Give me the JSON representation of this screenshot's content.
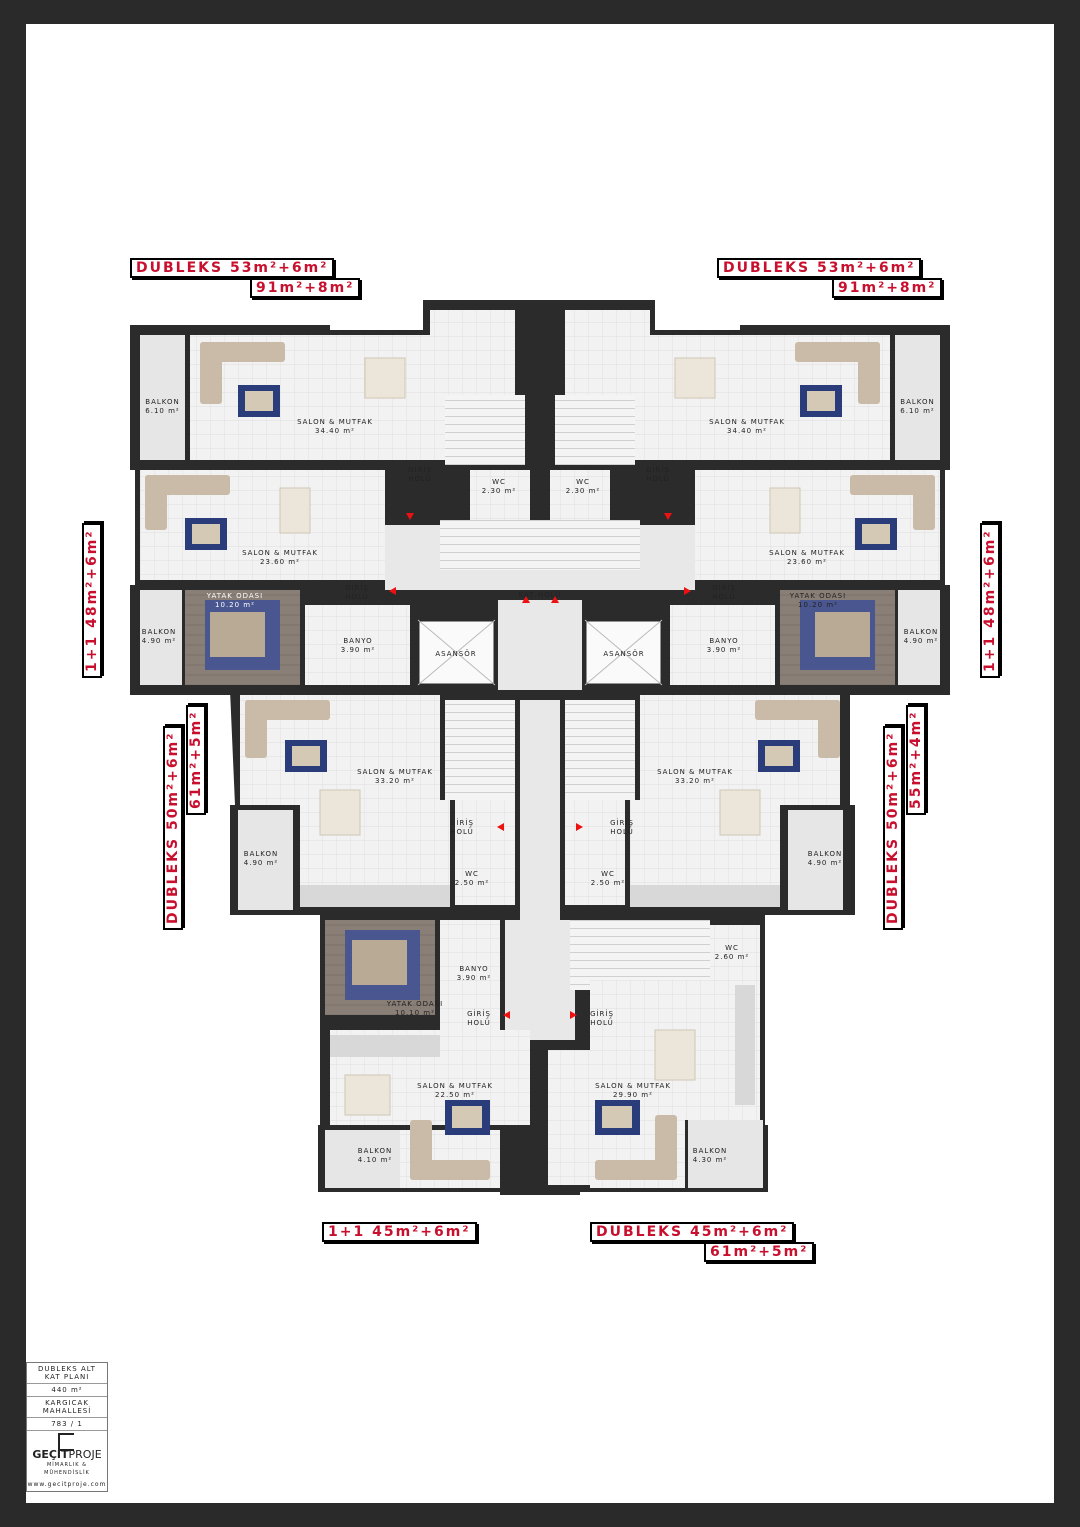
{
  "unit_labels": {
    "top_left": {
      "type": "DUBLEKS",
      "area1": "53m²+6m²",
      "area2": "91m²+8m²"
    },
    "top_right": {
      "type": "DUBLEKS",
      "area1": "53m²+6m²",
      "area2": "91m²+8m²"
    },
    "left_side": {
      "type": "1+1",
      "area1": "48m²+6m²"
    },
    "right_side": {
      "type": "1+1",
      "area1": "48m²+6m²"
    },
    "mid_left": {
      "type": "DUBLEKS",
      "area1": "50m²+6m²",
      "area2": "61m²+5m²"
    },
    "mid_right": {
      "type": "DUBLEKS",
      "area1": "50m²+6m²",
      "area2": "55m²+4m²"
    },
    "bottom_left": {
      "type": "1+1",
      "area1": "45m²+6m²"
    },
    "bottom_right": {
      "type": "DUBLEKS",
      "area1": "45m²+6m²",
      "area2": "61m²+5m²"
    }
  },
  "rooms": {
    "tl_balkon": {
      "name": "BALKON",
      "area": "6.10 m²"
    },
    "tl_salon": {
      "name": "SALON & MUTFAK",
      "area": "34.40 m²"
    },
    "tr_balkon": {
      "name": "BALKON",
      "area": "6.10 m²"
    },
    "tr_salon": {
      "name": "SALON & MUTFAK",
      "area": "34.40 m²"
    },
    "giris_tl": {
      "name": "GİRİŞ",
      "area": "HOLÜ"
    },
    "giris_tr": {
      "name": "GİRİŞ",
      "area": "HOLÜ"
    },
    "wc_tl": {
      "name": "WC",
      "area": "2.30 m²"
    },
    "wc_tr": {
      "name": "WC",
      "area": "2.30 m²"
    },
    "l_salon": {
      "name": "SALON & MUTFAK",
      "area": "23.60 m²"
    },
    "r_salon": {
      "name": "SALON & MUTFAK",
      "area": "23.60 m²"
    },
    "giris_l": {
      "name": "GİRİŞ",
      "area": "HOLÜ"
    },
    "giris_r": {
      "name": "GİRİŞ",
      "area": "HOLÜ"
    },
    "kat_holu": {
      "name": "KAT HOLÜ"
    },
    "l_yatak": {
      "name": "YATAK ODASI",
      "area": "10.20 m²"
    },
    "r_yatak": {
      "name": "YATAK ODASI",
      "area": "10.20 m²"
    },
    "l_balkon": {
      "name": "BALKON",
      "area": "4.90 m²"
    },
    "r_balkon": {
      "name": "BALKON",
      "area": "4.90 m²"
    },
    "l_banyo": {
      "name": "BANYO",
      "area": "3.90 m²"
    },
    "r_banyo": {
      "name": "BANYO",
      "area": "3.90 m²"
    },
    "asansor_l": {
      "name": "ASANSÖR"
    },
    "asansor_r": {
      "name": "ASANSÖR"
    },
    "ml_salon": {
      "name": "SALON & MUTFAK",
      "area": "33.20 m²"
    },
    "mr_salon": {
      "name": "SALON & MUTFAK",
      "area": "33.20 m²"
    },
    "giris_ml": {
      "name": "GİRİŞ",
      "area": "HOLÜ"
    },
    "giris_mr": {
      "name": "GİRİŞ",
      "area": "HOLÜ"
    },
    "ml_balkon": {
      "name": "BALKON",
      "area": "4.90 m²"
    },
    "mr_balkon": {
      "name": "BALKON",
      "area": "4.90 m²"
    },
    "wc_ml": {
      "name": "WC",
      "area": "2.50 m²"
    },
    "wc_mr": {
      "name": "WC",
      "area": "2.50 m²"
    },
    "bl_banyo": {
      "name": "BANYO",
      "area": "3.90 m²"
    },
    "bl_yatak": {
      "name": "YATAK ODASI",
      "area": "10.10 m²"
    },
    "wc_br": {
      "name": "WC",
      "area": "2.60 m²"
    },
    "giris_bl": {
      "name": "GİRİŞ",
      "area": "HOLÜ"
    },
    "giris_br": {
      "name": "GİRİŞ",
      "area": "HOLÜ"
    },
    "bl_salon": {
      "name": "SALON & MUTFAK",
      "area": "22.50 m²"
    },
    "br_salon": {
      "name": "SALON & MUTFAK",
      "area": "29.90 m²"
    },
    "bl_balkon": {
      "name": "BALKON",
      "area": "4.10 m²"
    },
    "br_balkon": {
      "name": "BALKON",
      "area": "4.30 m²"
    }
  },
  "title_block": {
    "line1": "DUBLEKS ALT",
    "line2": "KAT PLANI",
    "area": "440 m²",
    "loc1": "KARGICAK",
    "loc2": "MAHALLESİ",
    "parcel": "783 / 1",
    "company_a": "GEÇİT",
    "company_b": "PROJE",
    "company_sub": "MİMARLIK & MÜHENDİSLİK",
    "url": "www.gecitproje.com"
  },
  "colors": {
    "label_red": "#c8102e",
    "wall": "#2b2b2b",
    "floor": "#eeeeee",
    "wood": "#8b7d74"
  }
}
